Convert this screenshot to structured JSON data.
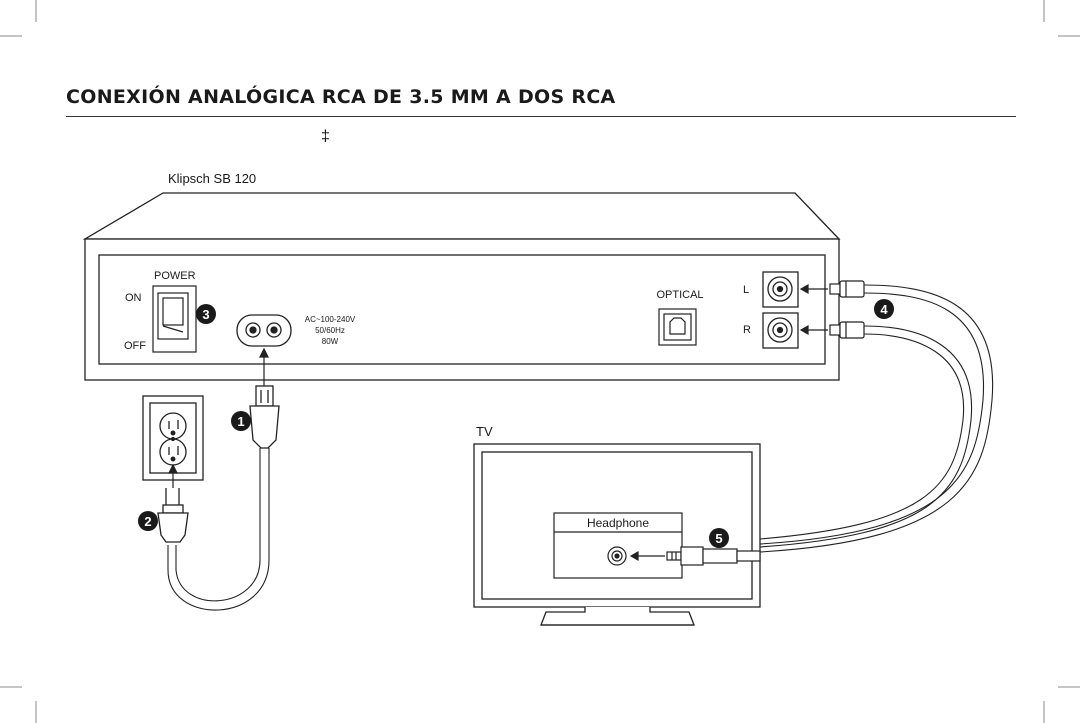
{
  "title": "CONEXIÓN ANALÓGICA RCA DE 3.5 MM A DOS RCA",
  "dagger": "‡",
  "device": {
    "name": "Klipsch SB 120",
    "power_label": "POWER",
    "on_label": "ON",
    "off_label": "OFF",
    "ac_line1": "AC~100-240V",
    "ac_line2": "50/60Hz",
    "ac_line3": "80W",
    "optical_label": "OPTICAL",
    "left_label": "L",
    "right_label": "R"
  },
  "tv": {
    "label": "TV",
    "headphone_label": "Headphone"
  },
  "steps": [
    "1",
    "2",
    "3",
    "4",
    "5"
  ]
}
